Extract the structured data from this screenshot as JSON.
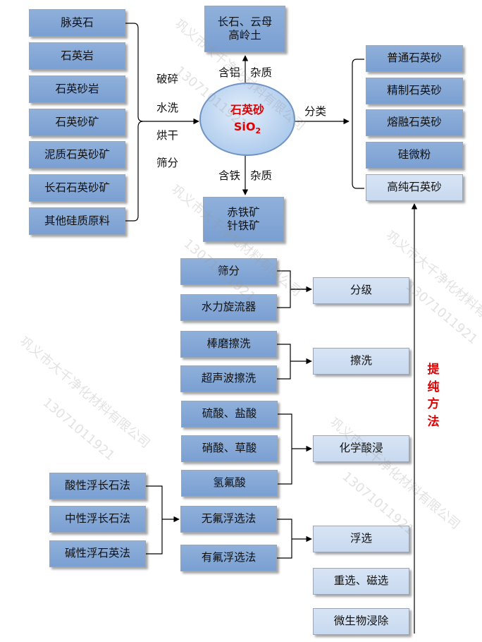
{
  "sources": [
    "脉英石",
    "石英岩",
    "石英砂岩",
    "石英砂矿",
    "泥质石英砂矿",
    "长石石英砂矿",
    "其他硅质原料"
  ],
  "process_steps": [
    "破碎",
    "水洗",
    "烘干",
    "筛分"
  ],
  "center": {
    "name": "石英砂",
    "formula_main": "SiO",
    "formula_sub": "2"
  },
  "al_impurity": {
    "label_a": "含铝",
    "label_b": "杂质",
    "line1": "长石、云母",
    "line2": "高岭土"
  },
  "fe_impurity": {
    "label_a": "含铁",
    "label_b": "杂质",
    "line1": "赤铁矿",
    "line2": "针铁矿"
  },
  "classify_label": "分类",
  "products": [
    "普通石英砂",
    "精制石英砂",
    "熔融石英砂",
    "硅微粉",
    "高纯石英砂"
  ],
  "methods_title": "提纯方法",
  "grading": {
    "inputs": [
      "筛分",
      "水力旋流器"
    ],
    "result": "分级"
  },
  "scrubbing": {
    "inputs": [
      "棒磨擦洗",
      "超声波擦洗"
    ],
    "result": "擦洗"
  },
  "leaching": {
    "inputs": [
      "硫酸、盐酸",
      "硝酸、草酸",
      "氢氟酸"
    ],
    "result": "化学酸浸"
  },
  "flotation_feeders": [
    "酸性浮长石法",
    "中性浮长石法",
    "碱性浮石英法"
  ],
  "flotation": {
    "inputs": [
      "无氟浮选法",
      "有氟浮选法"
    ],
    "result": "浮选"
  },
  "other_methods": [
    "重选、磁选",
    "微生物浸除"
  ],
  "watermark": {
    "company": "巩义市大千净化材料有限公司",
    "phone": "13071011921"
  },
  "colors": {
    "dark_box": "#7a9fd2",
    "light_box": "#c8d9ef",
    "accent_red": "#e00000"
  }
}
